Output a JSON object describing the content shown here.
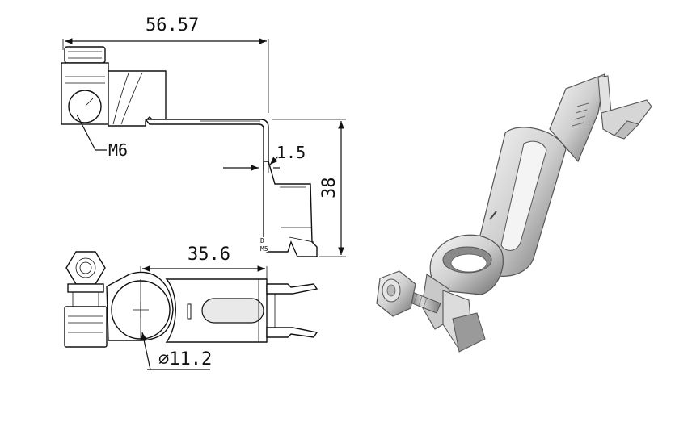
{
  "dimensions": {
    "overall_length": "56.57",
    "thickness": "1.5",
    "height": "38",
    "center_distance": "35.6",
    "hole_diameter": "∅11.2",
    "thread": "M6"
  },
  "colors": {
    "line": "#111111",
    "paper": "#ffffff",
    "metal_light": "#e6e6e6",
    "metal_dark": "#4a4a4a"
  }
}
